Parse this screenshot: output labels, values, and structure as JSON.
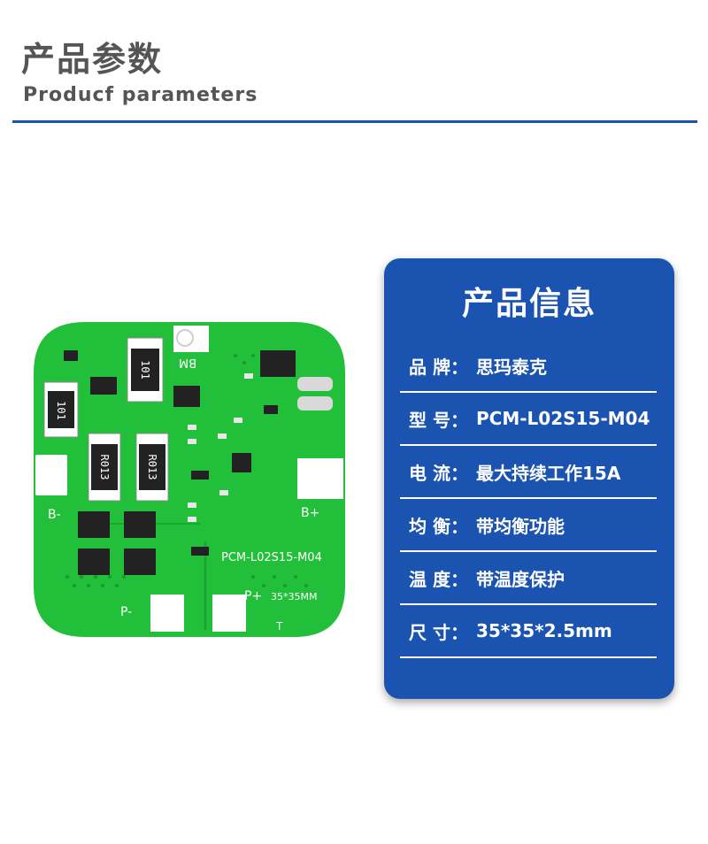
{
  "header": {
    "title_cn": "产品参数",
    "title_en": "Producf  parameters"
  },
  "product_image": {
    "labels": {
      "r_left": "101",
      "r_top": "101",
      "r013_a": "R013",
      "r013_b": "R013",
      "model": "PCM-L02S15-M04",
      "size": "35*35MM",
      "b_plus": "B+",
      "b_minus": "B-",
      "p_plus": "P+",
      "p_minus": "P-",
      "bm": "BM",
      "t": "T"
    }
  },
  "info_card": {
    "title": "产品信息",
    "rows": [
      {
        "label": "品 牌：",
        "value": "思玛泰克"
      },
      {
        "label": "型 号：",
        "value": "PCM-L02S15-M04"
      },
      {
        "label": "电  流：",
        "value": "最大持续工作15A"
      },
      {
        "label": "均  衡：",
        "value": "带均衡功能"
      },
      {
        "label": "温  度：",
        "value": "带温度保护"
      },
      {
        "label": "尺  寸：",
        "value": "35*35*2.5mm"
      }
    ]
  },
  "colors": {
    "accent": "#1a53b0",
    "pcb_green": "#22c03a",
    "heading_gray": "#555555"
  }
}
